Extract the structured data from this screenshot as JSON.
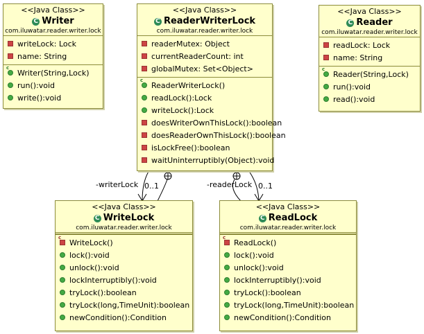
{
  "colors": {
    "fill": "#ffffcc",
    "border": "#8b8b3a",
    "class_icon": "#2e8b57",
    "public": "#44aa44",
    "private": "#cc4444"
  },
  "classes": {
    "writer": {
      "stereotype": "<<Java Class>>",
      "name": "Writer",
      "package": "com.iluwatar.reader.writer.lock",
      "fields": [
        {
          "vis": "private",
          "text": "writeLock: Lock"
        },
        {
          "vis": "private",
          "text": "name: String"
        }
      ],
      "methods": [
        {
          "vis": "ctor-public",
          "text": "Writer(String,Lock)"
        },
        {
          "vis": "public",
          "text": "run():void"
        },
        {
          "vis": "public",
          "text": "write():void"
        }
      ]
    },
    "rwlock": {
      "stereotype": "<<Java Class>>",
      "name": "ReaderWriterLock",
      "package": "com.iluwatar.reader.writer.lock",
      "fields": [
        {
          "vis": "private",
          "text": "readerMutex: Object"
        },
        {
          "vis": "private",
          "text": "currentReaderCount: int"
        },
        {
          "vis": "private",
          "text": "globalMutex: Set<Object>"
        }
      ],
      "methods": [
        {
          "vis": "ctor-public",
          "text": "ReaderWriterLock()"
        },
        {
          "vis": "public",
          "text": "readLock():Lock"
        },
        {
          "vis": "public",
          "text": "writeLock():Lock"
        },
        {
          "vis": "private",
          "text": "doesWriterOwnThisLock():boolean"
        },
        {
          "vis": "private",
          "text": "doesReaderOwnThisLock():boolean"
        },
        {
          "vis": "private",
          "text": "isLockFree():boolean"
        },
        {
          "vis": "private",
          "text": "waitUninterruptibly(Object):void"
        }
      ]
    },
    "reader": {
      "stereotype": "<<Java Class>>",
      "name": "Reader",
      "package": "com.iluwatar.reader.writer.lock",
      "fields": [
        {
          "vis": "private",
          "text": "readLock: Lock"
        },
        {
          "vis": "private",
          "text": "name: String"
        }
      ],
      "methods": [
        {
          "vis": "ctor-public",
          "text": "Reader(String,Lock)"
        },
        {
          "vis": "public",
          "text": "run():void"
        },
        {
          "vis": "public",
          "text": "read():void"
        }
      ]
    },
    "writelock": {
      "stereotype": "<<Java Class>>",
      "name": "WriteLock",
      "package": "com.iluwatar.reader.writer.lock",
      "fields": [],
      "methods": [
        {
          "vis": "ctor-private",
          "text": "WriteLock()"
        },
        {
          "vis": "public",
          "text": "lock():void"
        },
        {
          "vis": "public",
          "text": "unlock():void"
        },
        {
          "vis": "public",
          "text": "lockInterruptibly():void"
        },
        {
          "vis": "public",
          "text": "tryLock():boolean"
        },
        {
          "vis": "public",
          "text": "tryLock(long,TimeUnit):boolean"
        },
        {
          "vis": "public",
          "text": "newCondition():Condition"
        }
      ]
    },
    "readlock": {
      "stereotype": "<<Java Class>>",
      "name": "ReadLock",
      "package": "com.iluwatar.reader.writer.lock",
      "fields": [],
      "methods": [
        {
          "vis": "ctor-private",
          "text": "ReadLock()"
        },
        {
          "vis": "public",
          "text": "lock():void"
        },
        {
          "vis": "public",
          "text": "unlock():void"
        },
        {
          "vis": "public",
          "text": "lockInterruptibly():void"
        },
        {
          "vis": "public",
          "text": "tryLock():boolean"
        },
        {
          "vis": "public",
          "text": "tryLock(long,TimeUnit):boolean"
        },
        {
          "vis": "public",
          "text": "newCondition():Condition"
        }
      ]
    }
  },
  "associations": {
    "write_role": "-writerLock",
    "write_mult": "0..1",
    "read_role": "-readerLock",
    "read_mult": "0..1"
  }
}
